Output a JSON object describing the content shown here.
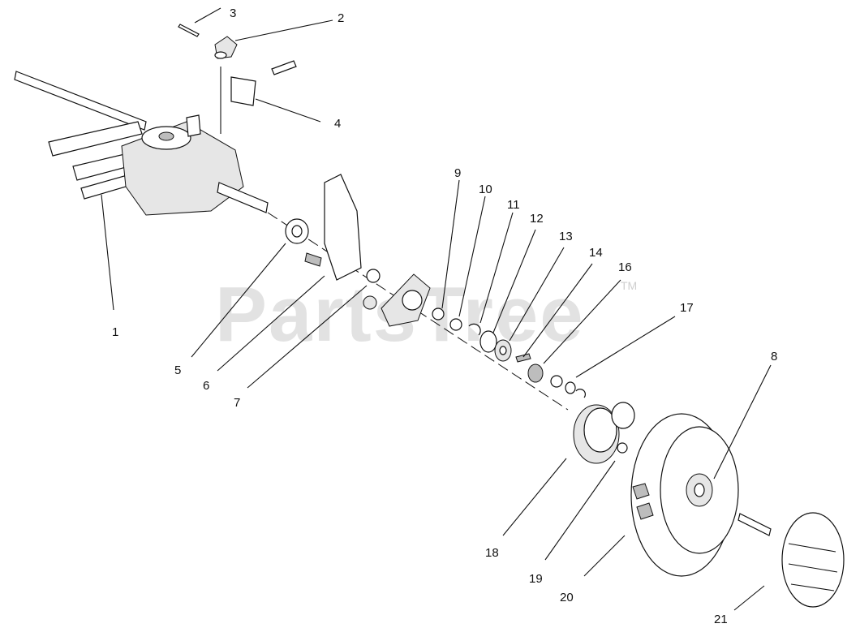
{
  "watermark": {
    "text": "PartsTree",
    "trademark": "TM"
  },
  "callouts": {
    "c1": "1",
    "c2": "2",
    "c3": "3",
    "c4": "4",
    "c5": "5",
    "c6": "6",
    "c7": "7",
    "c8": "8",
    "c9": "9",
    "c10": "10",
    "c11": "11",
    "c12": "12",
    "c13": "13",
    "c14": "14",
    "c16": "16",
    "c17": "17",
    "c18": "18",
    "c19": "19",
    "c20": "20",
    "c21": "21"
  },
  "colors": {
    "ink": "#111111",
    "watermark": "#cfcfcf",
    "background": "#ffffff"
  }
}
